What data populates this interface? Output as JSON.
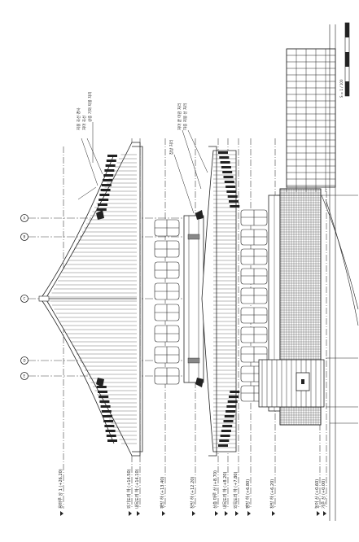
{
  "drawing": {
    "level_labels": [
      "용마루 상 1 (+26.20)",
      "외기도리 하 (+14.50)",
      "내목도리 하 (+14.10)",
      "평방 하 (+13.40)",
      "창방 하 (+12.20)",
      "상층 마루 상 (+8.70)",
      "내목도리 하 (+8.20)",
      "외목도리 하 (+7.80)",
      "평방 하 (+6.80)",
      "창방 하 (+6.20)",
      "높이 상 (+0.60)",
      "기준 상 (+0.00)"
    ],
    "top_notes": [
      "지붕 곡선 경사",
      "처마 곡선",
      "상층 기와 지붕 처리",
      "잡상 처리",
      "처마 끝 마감 처리",
      "하층 지붕 선 처리"
    ],
    "markers": [
      "A",
      "B",
      "C",
      "D",
      "E"
    ],
    "scale_label": "S = 1 / 100"
  }
}
